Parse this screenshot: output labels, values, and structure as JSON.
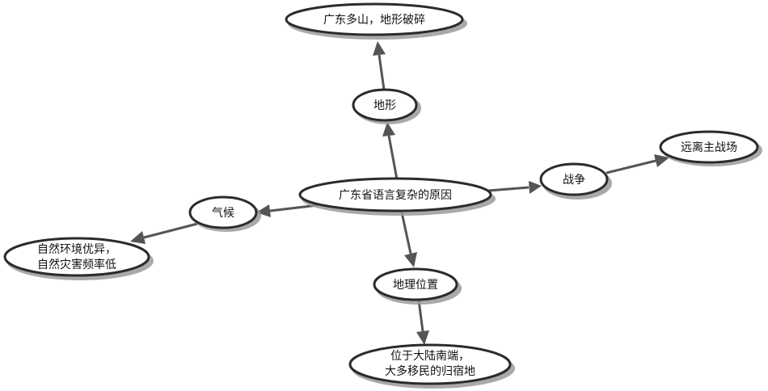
{
  "diagram": {
    "type": "mind-map",
    "central": "广东省语言复杂的原因",
    "nodes": {
      "terrain": "地形",
      "terrain_detail": "广东多山，地形破碎",
      "war": "战争",
      "war_detail": "远离主战场",
      "climate": "气候",
      "climate_detail_1": "自然环境优异，",
      "climate_detail_2": "自然灾害频率低",
      "location": "地理位置",
      "location_detail_1": "位于大陆南端，",
      "location_detail_2": "大多移民的归宿地"
    },
    "edges": [
      [
        "central",
        "terrain"
      ],
      [
        "terrain",
        "terrain_detail"
      ],
      [
        "central",
        "war"
      ],
      [
        "war",
        "war_detail"
      ],
      [
        "central",
        "climate"
      ],
      [
        "climate",
        "climate_detail"
      ],
      [
        "central",
        "location"
      ],
      [
        "location",
        "location_detail"
      ]
    ]
  }
}
